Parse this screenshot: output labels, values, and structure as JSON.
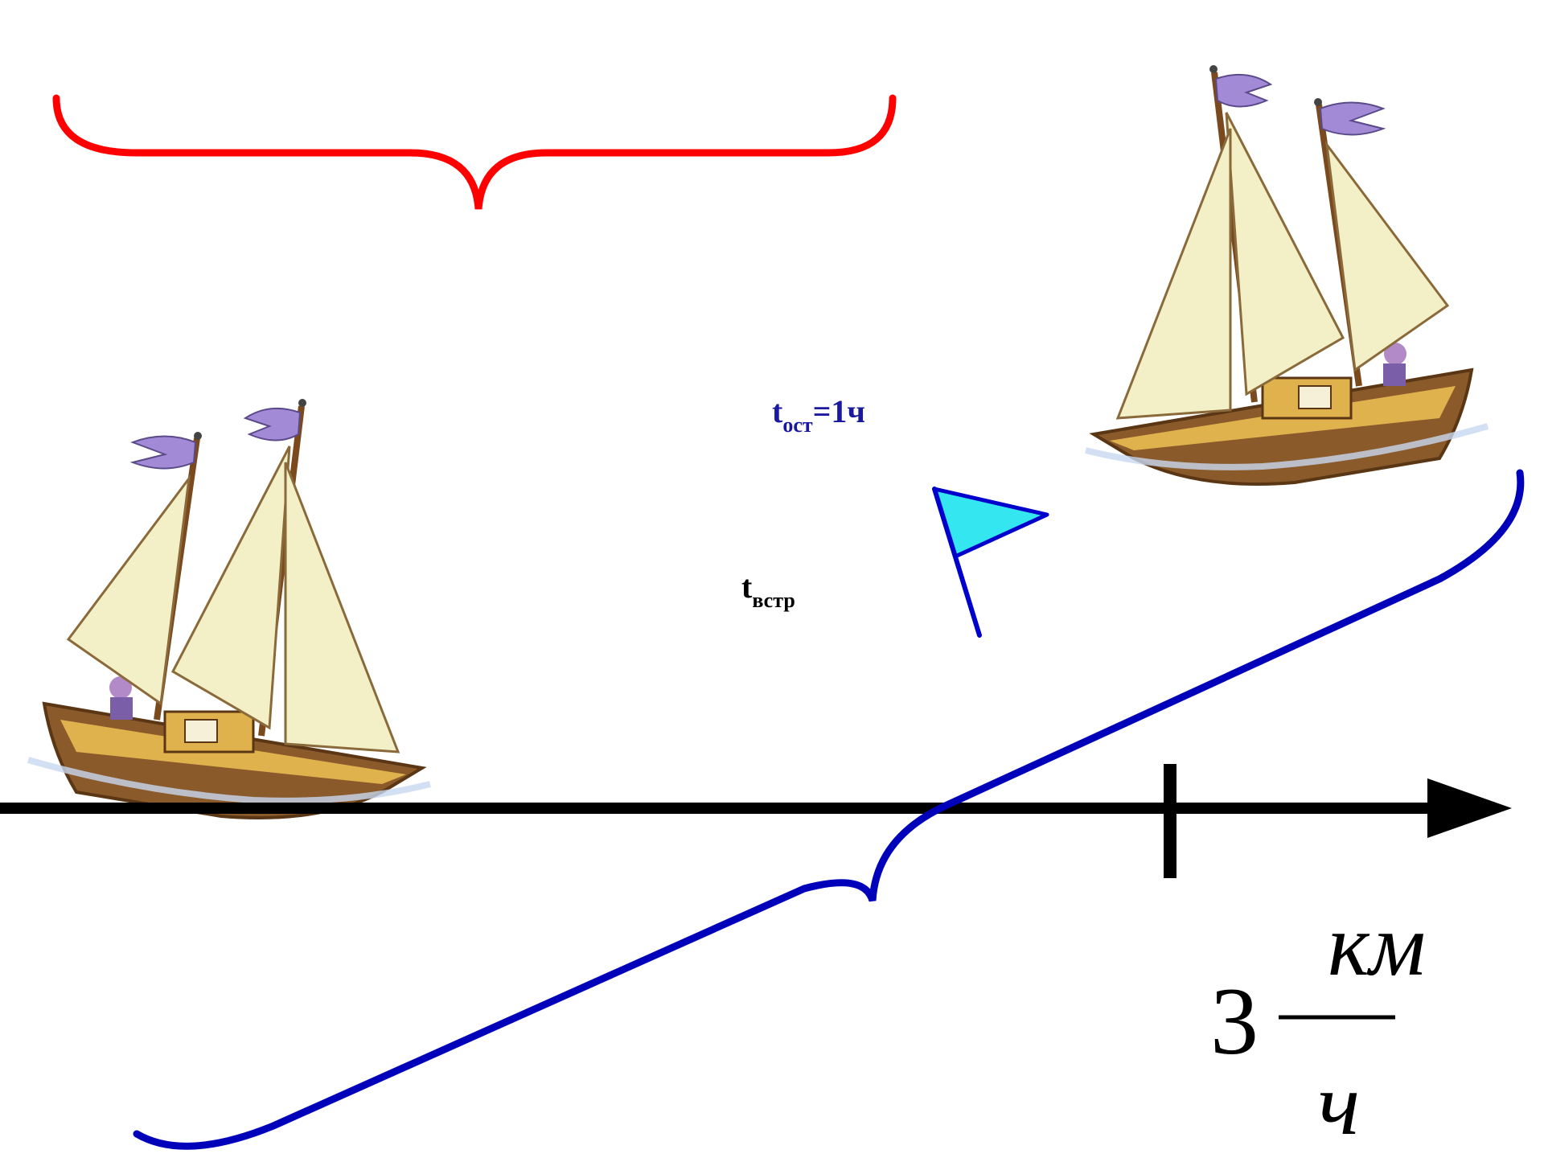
{
  "labels": {
    "t_ost_main": "t",
    "t_ost_sub": "ост",
    "t_ost_rest": "=1ч",
    "t_vstr_main": "t",
    "t_vstr_sub": "встр",
    "speed_number": "3",
    "speed_numerator": "км",
    "speed_denominator": "ч"
  },
  "colors": {
    "red_brace": "#ff0000",
    "blue_brace": "#0000bb",
    "label_blue": "#1a1aa0",
    "flag_fill": "#33e6f0",
    "flag_stroke": "#0000cc",
    "axis": "#000000",
    "sail": "#f3efc6",
    "hull": "#8a5a2b",
    "hull_band": "#e0b24d",
    "pennant": "#a38ad6"
  },
  "icons": {
    "boat_left": "sailboat-icon",
    "boat_right": "sailboat-icon",
    "flag": "flag-icon"
  }
}
